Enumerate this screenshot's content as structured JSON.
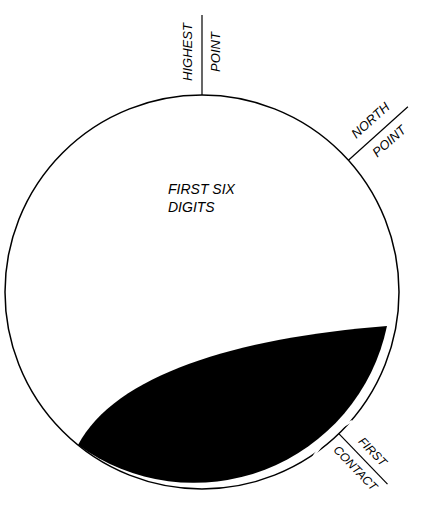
{
  "diagram": {
    "labels": [
      "HIGHEST POINT",
      "NORTH POINT",
      "FIRST SIX DIGITS",
      "FIRST CONTACT"
    ]
  }
}
